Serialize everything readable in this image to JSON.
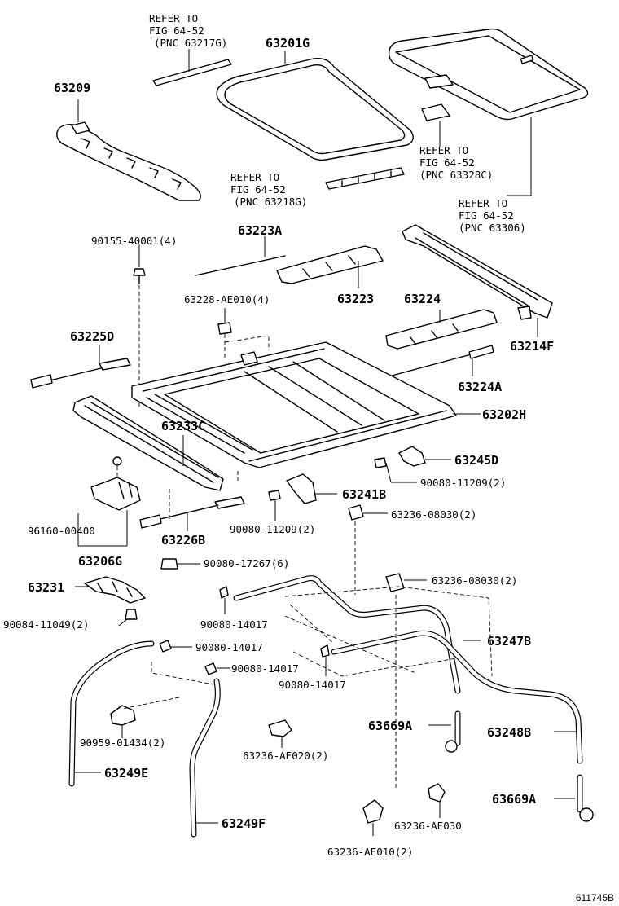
{
  "refs": {
    "r1": [
      "REFER TO",
      "FIG 64-52",
      "(PNC 63217G)"
    ],
    "r2": [
      "REFER TO",
      "FIG 64-52",
      "(PNC 63328C)"
    ],
    "r3": [
      "REFER TO",
      "FIG 64-52",
      "(PNC 63218G)"
    ],
    "r4": [
      "REFER TO",
      "FIG 64-52",
      "(PNC 63306)"
    ]
  },
  "labels": {
    "p63201G": "63201G",
    "p63209": "63209",
    "p90155": "90155-40001(4)",
    "p63223A": "63223A",
    "p63228": "63228-AE010(4)",
    "p63223": "63223",
    "p63224": "63224",
    "p63214F": "63214F",
    "p63225D": "63225D",
    "p63224A": "63224A",
    "p63202H": "63202H",
    "p63233C": "63233C",
    "p63245D": "63245D",
    "p90080_11209_a": "90080-11209(2)",
    "p63241B": "63241B",
    "p63236_08030_a": "63236-08030(2)",
    "p96160": "96160-00400",
    "p63226B": "63226B",
    "p90080_11209_b": "90080-11209(2)",
    "p63206G": "63206G",
    "p90080_17267": "90080-17267(6)",
    "p63231": "63231",
    "p63236_08030_b": "63236-08030(2)",
    "p90084": "90084-11049(2)",
    "p90080_14017_a": "90080-14017",
    "p90080_14017_b": "90080-14017",
    "p63247B": "63247B",
    "p90080_14017_c": "90080-14017",
    "p90080_14017_d": "90080-14017",
    "p63669A_a": "63669A",
    "p63248B": "63248B",
    "p90959": "90959-01434(2)",
    "p63236_AE020": "63236-AE020(2)",
    "p63249E": "63249E",
    "p63669A_b": "63669A",
    "p63236_AE030": "63236-AE030",
    "p63249F": "63249F",
    "p63236_AE010": "63236-AE010(2)"
  },
  "figure_id": "611745B"
}
